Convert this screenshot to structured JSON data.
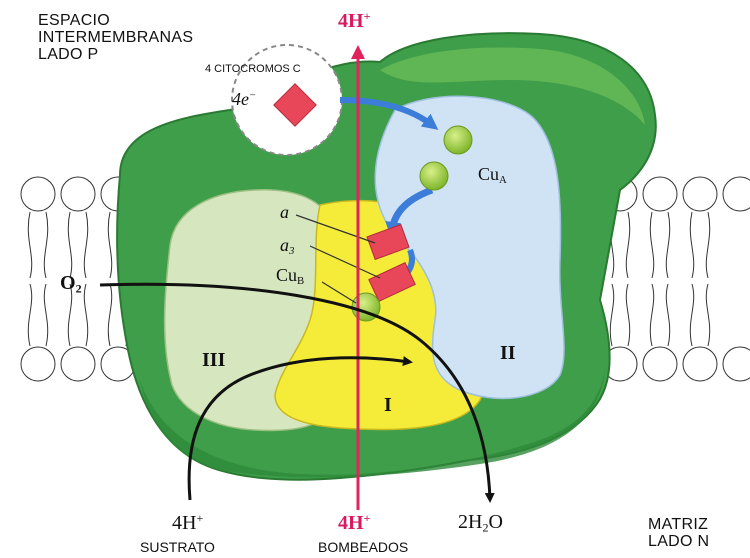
{
  "regions": {
    "p_side_line1": "ESPACIO",
    "p_side_line2": "INTERMEMBRANAS",
    "p_side_line3": "LADO P",
    "n_side_line1": "MATRIZ",
    "n_side_line2": "LADO N"
  },
  "cytochrome": {
    "title": "4 CITOCROMOS C",
    "electrons": "4e",
    "electrons_sup": "−"
  },
  "protons_top": {
    "text": "4H",
    "sup": "+"
  },
  "protons_pumped": {
    "text": "4H",
    "sup": "+",
    "caption": "BOMBEADOS"
  },
  "protons_substrate": {
    "text": "4H",
    "sup": "+",
    "caption": "SUSTRATO"
  },
  "oxygen": {
    "text": "O",
    "sub": "2"
  },
  "water": {
    "prefix": "2H",
    "sub": "2",
    "suffix": "O"
  },
  "centers": {
    "a": "a",
    "a3": "a",
    "a3_sub": "3",
    "cuB": "Cu",
    "cuB_sub": "B",
    "cuA": "Cu",
    "cuA_sub": "A"
  },
  "subunits": {
    "I": "I",
    "II": "II",
    "III": "III"
  },
  "colors": {
    "protein_green": "#3f9e4a",
    "protein_dark": "#2e8a3a",
    "subunit_III": "#d6e6bf",
    "subunit_I": "#f5ec3a",
    "subunit_II": "#cfe3f5",
    "proton_arrow": "#e0245e",
    "heme": "#e8475a",
    "copper": "#9ccc3c",
    "electron_arrow": "#3b7dd8"
  }
}
